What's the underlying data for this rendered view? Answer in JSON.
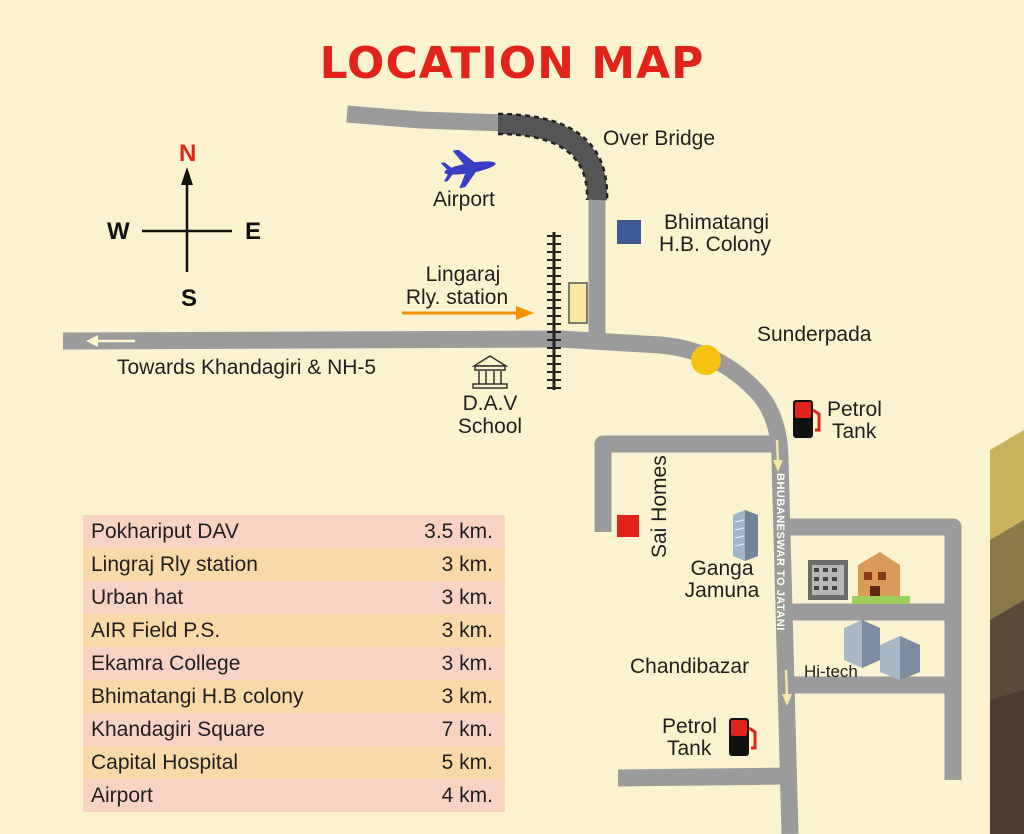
{
  "title": "LOCATION MAP",
  "compass": {
    "n": "N",
    "s": "S",
    "e": "E",
    "w": "W"
  },
  "labels": {
    "over_bridge": "Over Bridge",
    "airport": "Airport",
    "bhimatangi_1": "Bhimatangi",
    "bhimatangi_2": "H.B. Colony",
    "lingaraj_1": "Lingaraj",
    "lingaraj_2": "Rly. station",
    "sunderpada": "Sunderpada",
    "towards": "Towards Khandagiri & NH-5",
    "dav_1": "D.A.V",
    "dav_2": "School",
    "petrol_1_a": "Petrol",
    "petrol_1_b": "Tank",
    "sai_homes": "Sai Homes",
    "ganga_1": "Ganga",
    "ganga_2": "Jamuna",
    "road_name": "BHUBANESWAR TO JATANI",
    "chandibazar": "Chandibazar",
    "hitech": "Hi-tech",
    "petrol_2_a": "Petrol",
    "petrol_2_b": "Tank"
  },
  "distances": [
    {
      "place": "Pokhariput DAV",
      "distance": "3.5 km."
    },
    {
      "place": "Lingraj Rly station",
      "distance": "3 km."
    },
    {
      "place": "Urban hat",
      "distance": "3 km."
    },
    {
      "place": "AIR Field P.S.",
      "distance": "3 km."
    },
    {
      "place": "Ekamra College",
      "distance": "3 km."
    },
    {
      "place": "Bhimatangi  H.B colony",
      "distance": "3 km."
    },
    {
      "place": "Khandagiri Square",
      "distance": "7 km."
    },
    {
      "place": "Capital Hospital",
      "distance": "5 km."
    },
    {
      "place": "Airport",
      "distance": "4 km."
    }
  ],
  "colors": {
    "background": "#fbf2cf",
    "road": "#9b9b9b",
    "title": "#e2231a",
    "arrow_orange": "#f39200",
    "junction": "#f6c40f",
    "bhimatangi_marker": "#3d5a96",
    "sai_homes_marker": "#e2231a"
  }
}
